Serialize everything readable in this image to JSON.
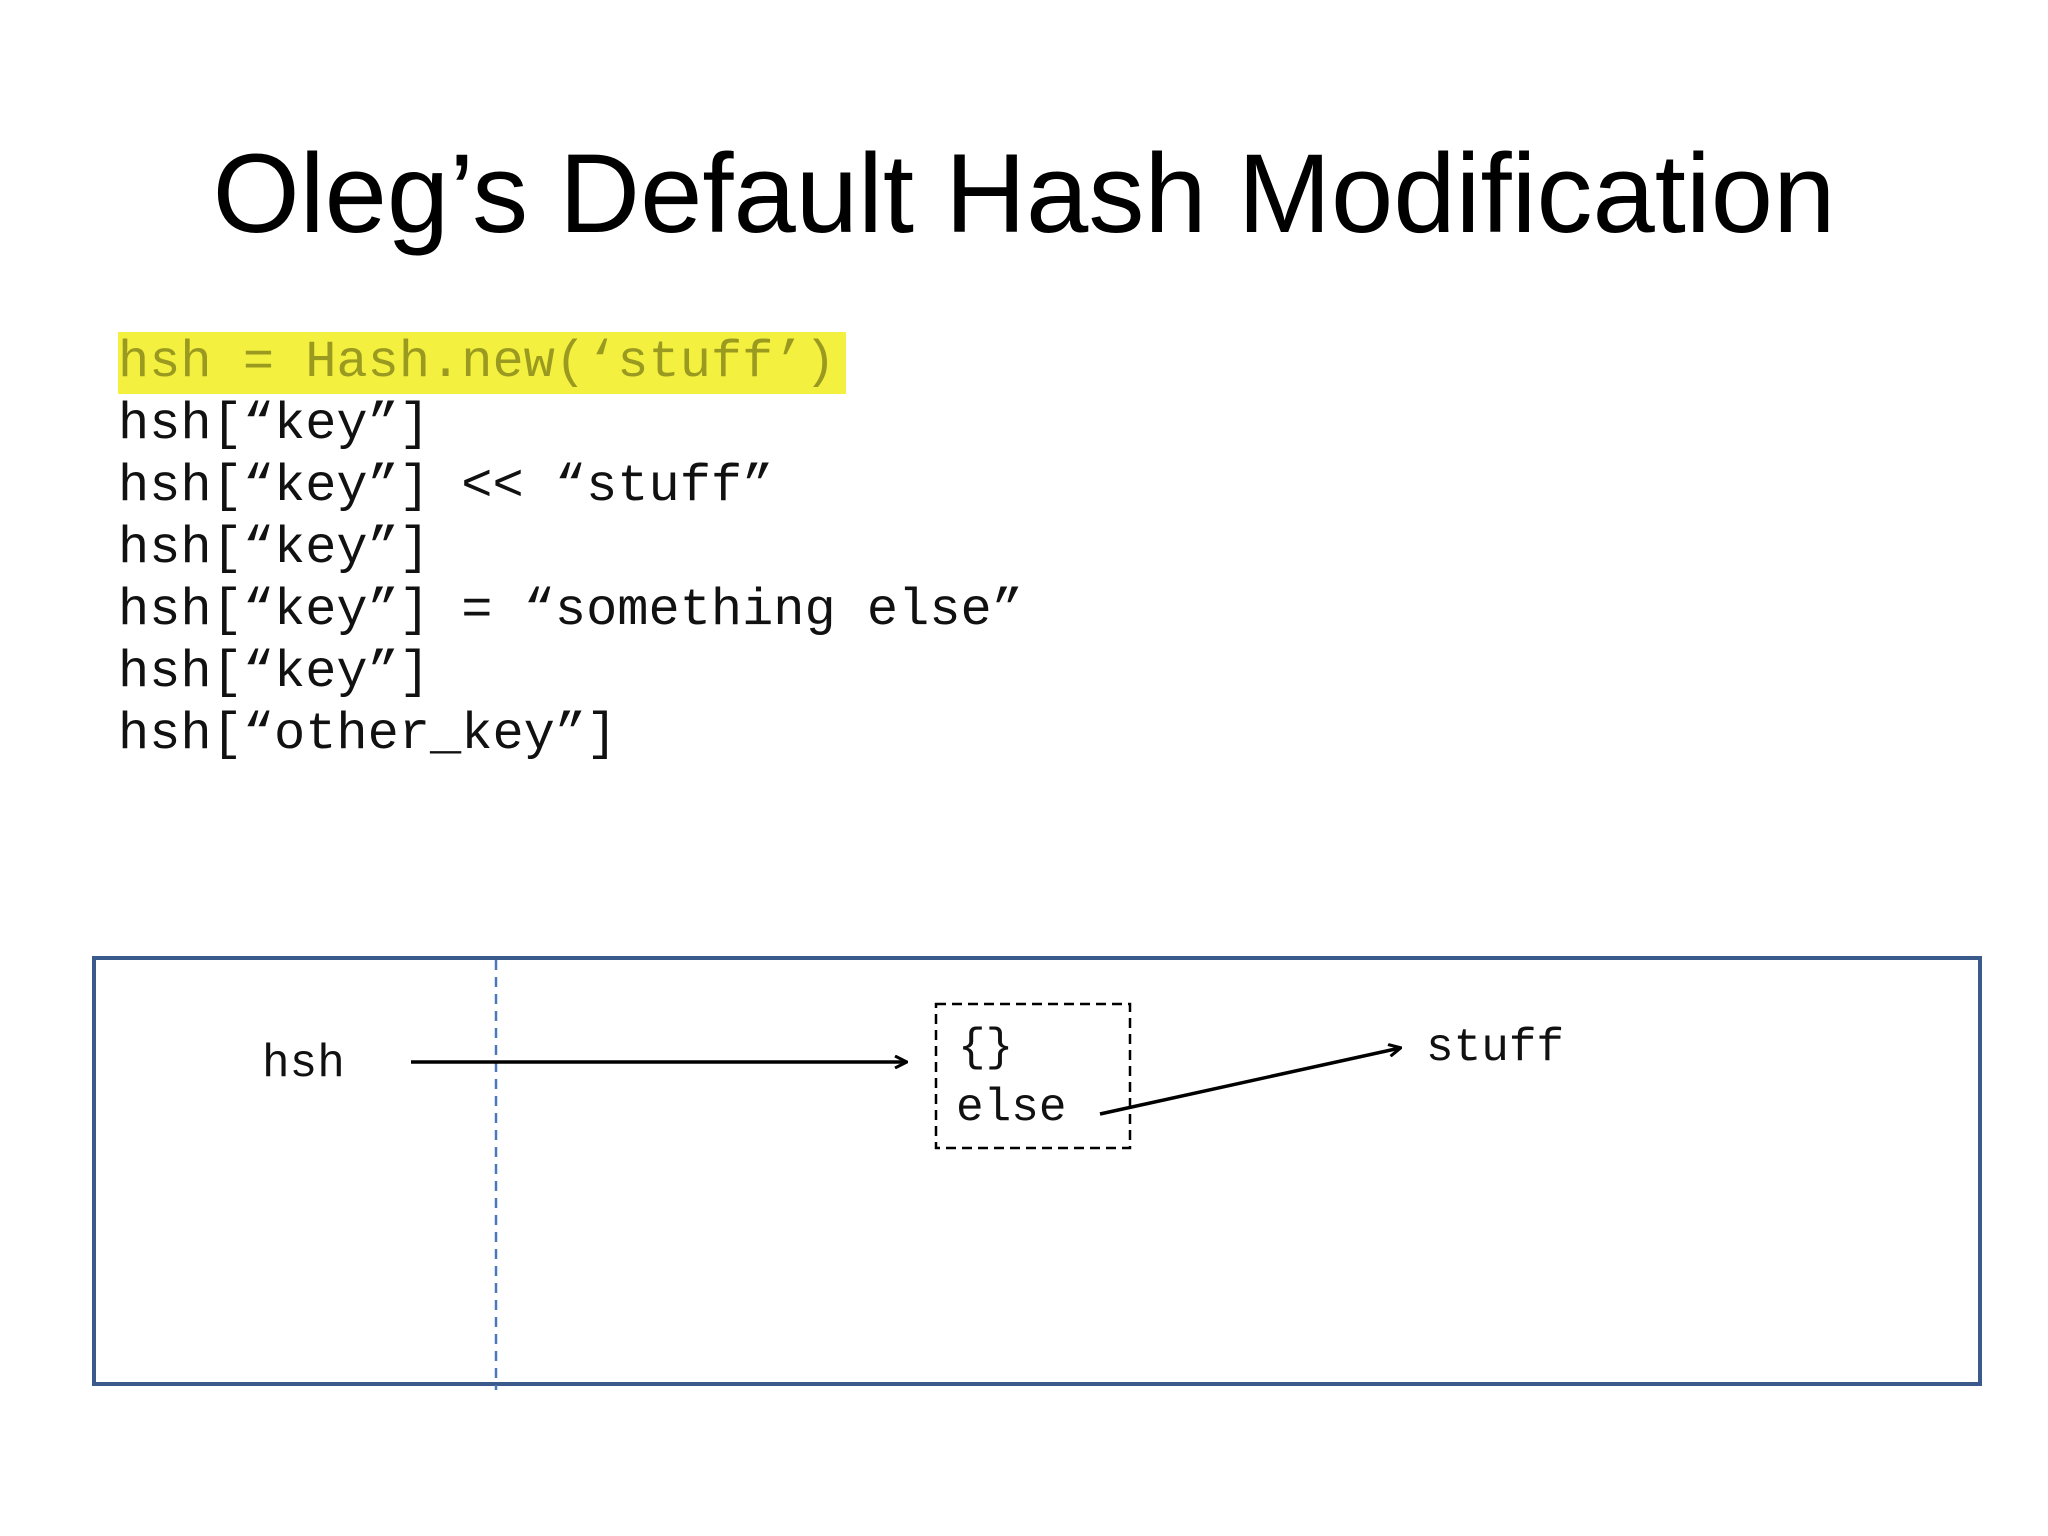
{
  "slide": {
    "title": "Oleg’s Default Hash Modification",
    "code_lines": [
      "hsh = Hash.new(‘stuff’)",
      "hsh[“key”]",
      "hsh[“key”] << “stuff”",
      "hsh[“key”]",
      "hsh[“key”] = “something else”",
      "hsh[“key”]",
      "hsh[“other_key”]"
    ],
    "highlighted_line_index": 0
  },
  "diagram": {
    "variable_label": "hsh",
    "hash_box": {
      "literal": "{}",
      "entry": "else"
    },
    "default_value_label": "stuff",
    "colors": {
      "frame": "#3a5a8c",
      "divider": "#4a78b8",
      "arrow": "#000000",
      "highlight": "#f4f040"
    }
  }
}
